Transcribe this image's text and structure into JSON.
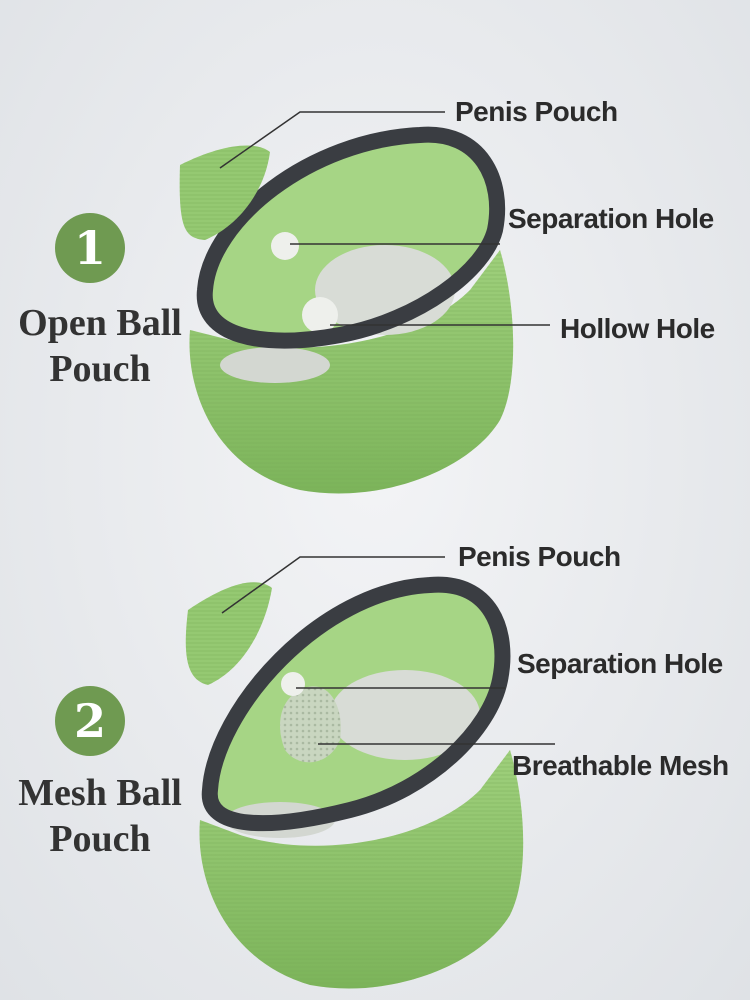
{
  "panels": [
    {
      "number": "1",
      "title_line1": "Open Ball",
      "title_line2": "Pouch",
      "callouts": [
        "Penis Pouch",
        "Separation Hole",
        "Hollow Hole"
      ]
    },
    {
      "number": "2",
      "title_line1": "Mesh Ball",
      "title_line2": "Pouch",
      "callouts": [
        "Penis Pouch",
        "Separation Hole",
        "Breathable Mesh"
      ]
    }
  ],
  "colors": {
    "fabric_green": "#8cc56a",
    "waistband": "#3a3d42",
    "badge_green": "#6f9a51",
    "text_dark": "#2b2b2b"
  }
}
